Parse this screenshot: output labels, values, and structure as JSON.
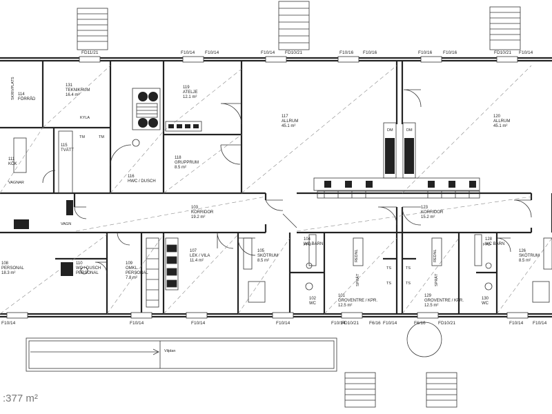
{
  "rooms": [
    {
      "lines": [
        "131",
        "TEKNIKRUM",
        "16.4 m²"
      ]
    },
    {
      "lines": [
        "119",
        "ATELJE",
        "12.1 m²"
      ]
    },
    {
      "lines": [
        "117",
        "ALLRUM",
        "45.1 m²"
      ]
    },
    {
      "lines": [
        "120",
        "ALLRUM",
        "45.1 m²"
      ]
    },
    {
      "lines": [
        "111",
        "KÖK"
      ]
    },
    {
      "lines": [
        "115",
        "TVÄTT"
      ]
    },
    {
      "lines": [
        "116",
        "HWC / DUSCH"
      ]
    },
    {
      "lines": [
        "118",
        "GRUPPRUM",
        "8.5 m²"
      ]
    },
    {
      "lines": [
        "103",
        "KORRIDOR",
        "19.2 m²"
      ]
    },
    {
      "lines": [
        "123",
        "KORRIDOR",
        "15.2 m²"
      ]
    },
    {
      "lines": [
        "108",
        "PERSONAL",
        "18.3 m²"
      ]
    },
    {
      "lines": [
        "110",
        "WC / DUSCH",
        "PERSONAL"
      ]
    },
    {
      "lines": [
        "109",
        "OMKL.",
        "PERSONAL",
        "7.8 m²"
      ]
    },
    {
      "lines": [
        "107",
        "LEK / VILA",
        "11.4 m²"
      ]
    },
    {
      "lines": [
        "105",
        "SKÖTRUM",
        "8.5 m²"
      ]
    },
    {
      "lines": [
        "104",
        "WC BARN"
      ]
    },
    {
      "lines": [
        "101",
        "GROVENTRE / KPR.",
        "12.5 m²"
      ]
    },
    {
      "lines": [
        "102",
        "WC"
      ]
    },
    {
      "lines": [
        "129",
        "GROVENTRE / KPR.",
        "12.5 m²"
      ]
    },
    {
      "lines": [
        "128",
        "WC BARN"
      ]
    },
    {
      "lines": [
        "130",
        "WC"
      ]
    },
    {
      "lines": [
        "126",
        "SKÖTRUM",
        "8.5 m²"
      ]
    },
    {
      "lines": [
        "114",
        "FÖRRÅD"
      ]
    }
  ],
  "windows": [
    "FD11/21",
    "F10/14",
    "F10/14",
    "F10/14",
    "FD10/21",
    "F10/16",
    "F10/16",
    "F10/16",
    "F10/16",
    "FD10/21",
    "F10/14",
    "F10/14",
    "F10/14",
    "F10/14",
    "F10/14",
    "F10/14",
    "F10/14",
    "FD10/21",
    "F6/16",
    "F6/16",
    "FD10/21",
    "F10/14",
    "F10/14"
  ],
  "fixtures": [
    "TM",
    "TM",
    "DM",
    "DM",
    "TS",
    "TS",
    "TS",
    "TS",
    "FPD",
    "FPD",
    "REDNL",
    "REDNL",
    "SPRÄT",
    "SPRÄT",
    "SKRIVPLATS",
    "VAGNAR",
    "VAGN",
    "KYLA",
    "Vilplan"
  ],
  "total_area": ":377 m²"
}
